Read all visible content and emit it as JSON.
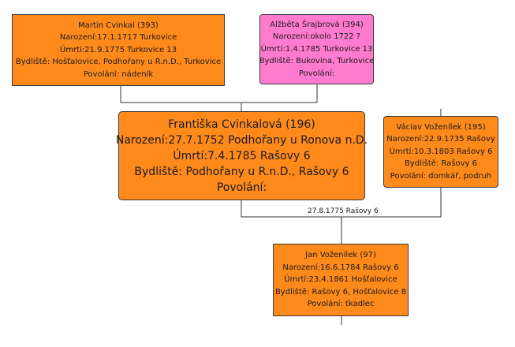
{
  "people": {
    "father": {
      "name": "Martin Cvinkal (393)",
      "birth": "Narození:17.1.1717 Turkovice",
      "death": "Úmrtí:21.9.1775  Turkovice 13",
      "residence": "Bydliště: Hošťalovice, Podhořany u R.n.D., Turkovice",
      "occupation": "Povolání:  nádeník"
    },
    "mother": {
      "name": "Alžběta Šrajbrová (394)",
      "birth": "Narození:okolo 1722 ?",
      "death": "Úmrtí:1.4.1785  Turkovice 13",
      "residence": "Bydliště: Bukovina, Turkovice",
      "occupation": "Povolání:"
    },
    "main": {
      "name": "Františka Cvinkalová (196)",
      "birth": "Narození:27.7.1752 Podhořany u Ronova n.D.",
      "death": "Úmrtí:7.4.1785    Rašovy 6",
      "residence": "Bydliště: Podhořany u R.n.D., Rašovy 6",
      "occupation": "Povolání:"
    },
    "spouse": {
      "name": "Václav Voženílek (195)",
      "birth": "Narození:22.9.1735 Rašovy",
      "death": "Úmrtí:10.3.1803   Rašovy 6",
      "residence": "Bydliště: Rašovy 6",
      "occupation": "Povolání: domkář, podruh"
    },
    "child": {
      "name": "Jan Voženílek (97)",
      "birth": "Narození:16.6.1784 Rašovy 6",
      "death": "Úmrtí:23.4.1861  Hošťalovice",
      "residence": "Bydliště: Rašovy 6, Hošťalovice 8",
      "occupation": "Povolání:  tkadlec"
    }
  },
  "marriage": "27.8.1775  Rašovy 6",
  "colors": {
    "male_box": "#ff8a1c",
    "female_parent_box": "#ff7bd0",
    "line": "#333333"
  }
}
